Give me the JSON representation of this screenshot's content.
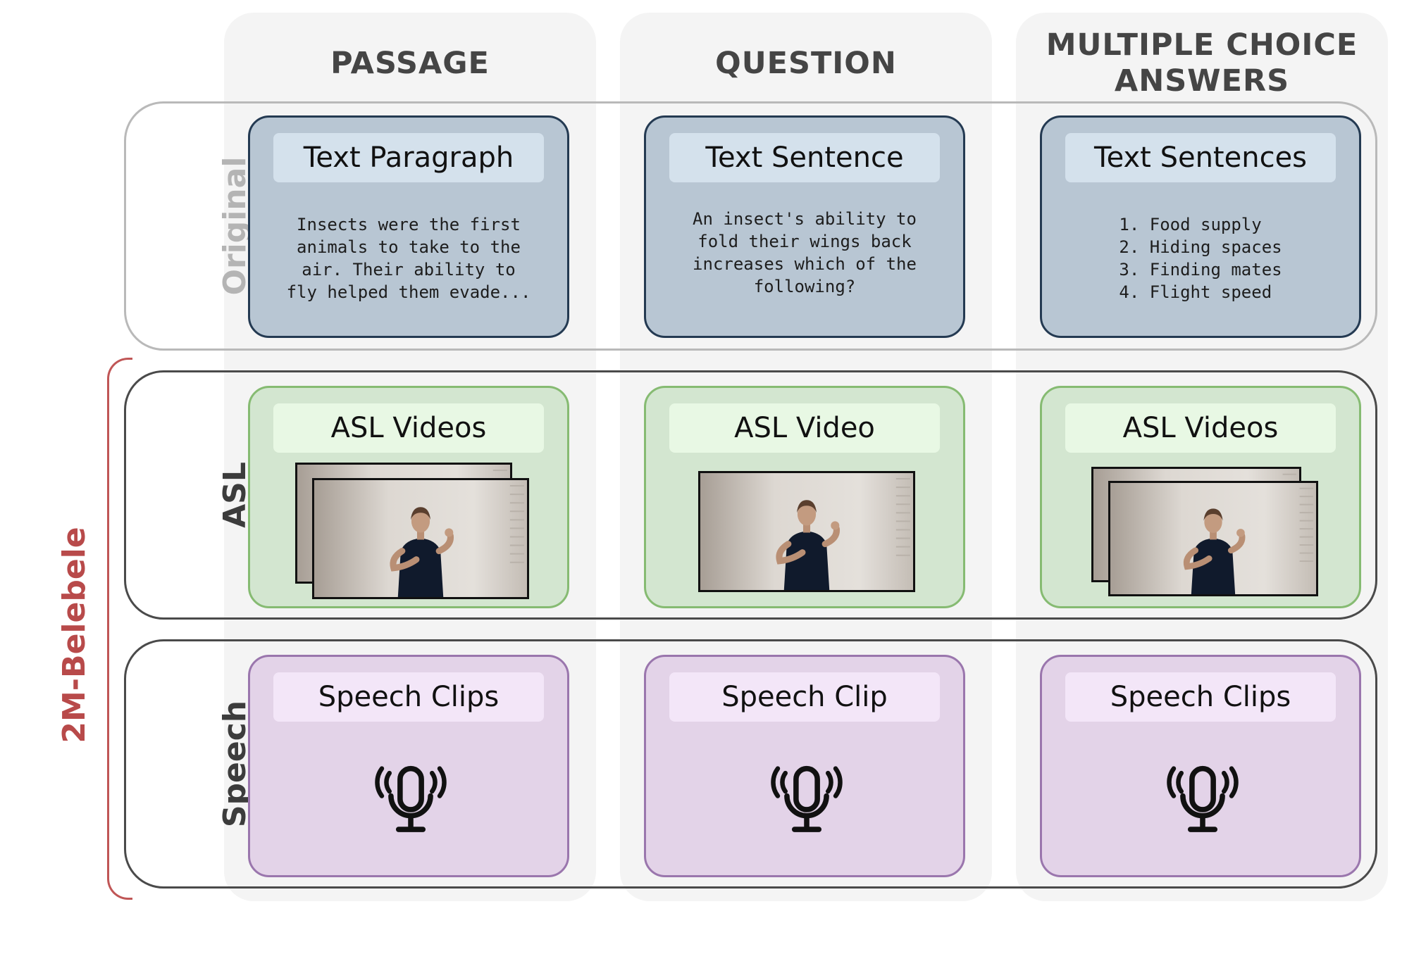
{
  "columns": [
    {
      "header": "PASSAGE"
    },
    {
      "header": "QUESTION"
    },
    {
      "header": "MULTIPLE CHOICE\nANSWERS"
    }
  ],
  "group_label": "2M-Belebele",
  "rows": [
    {
      "label": "Original\nBelebele",
      "cells": [
        {
          "title": "Text Paragraph",
          "body": "Insects were the first\nanimals to take to the\nair. Their ability to\nfly helped them evade..."
        },
        {
          "title": "Text Sentence",
          "body": "An insect's ability to\nfold their wings back\nincreases which of the\nfollowing?"
        },
        {
          "title": "Text Sentences",
          "list": [
            "1. Food supply",
            "2. Hiding spaces",
            "3. Finding mates",
            "4. Flight speed"
          ]
        }
      ]
    },
    {
      "label": "ASL\nBelebele",
      "cells": [
        {
          "title": "ASL Videos"
        },
        {
          "title": "ASL Video"
        },
        {
          "title": "ASL Videos"
        }
      ]
    },
    {
      "label": "Speech\nBelebele",
      "cells": [
        {
          "title": "Speech Clips"
        },
        {
          "title": "Speech Clip"
        },
        {
          "title": "Speech Clips"
        }
      ]
    }
  ],
  "icons": {
    "video": "sign-language-video-thumbnail",
    "audio": "microphone-icon"
  },
  "colors": {
    "text_cell": "#b8c6d3",
    "video_cell": "#d3e6d0",
    "audio_cell": "#e3d3e8",
    "group_accent": "#b84a4a"
  }
}
